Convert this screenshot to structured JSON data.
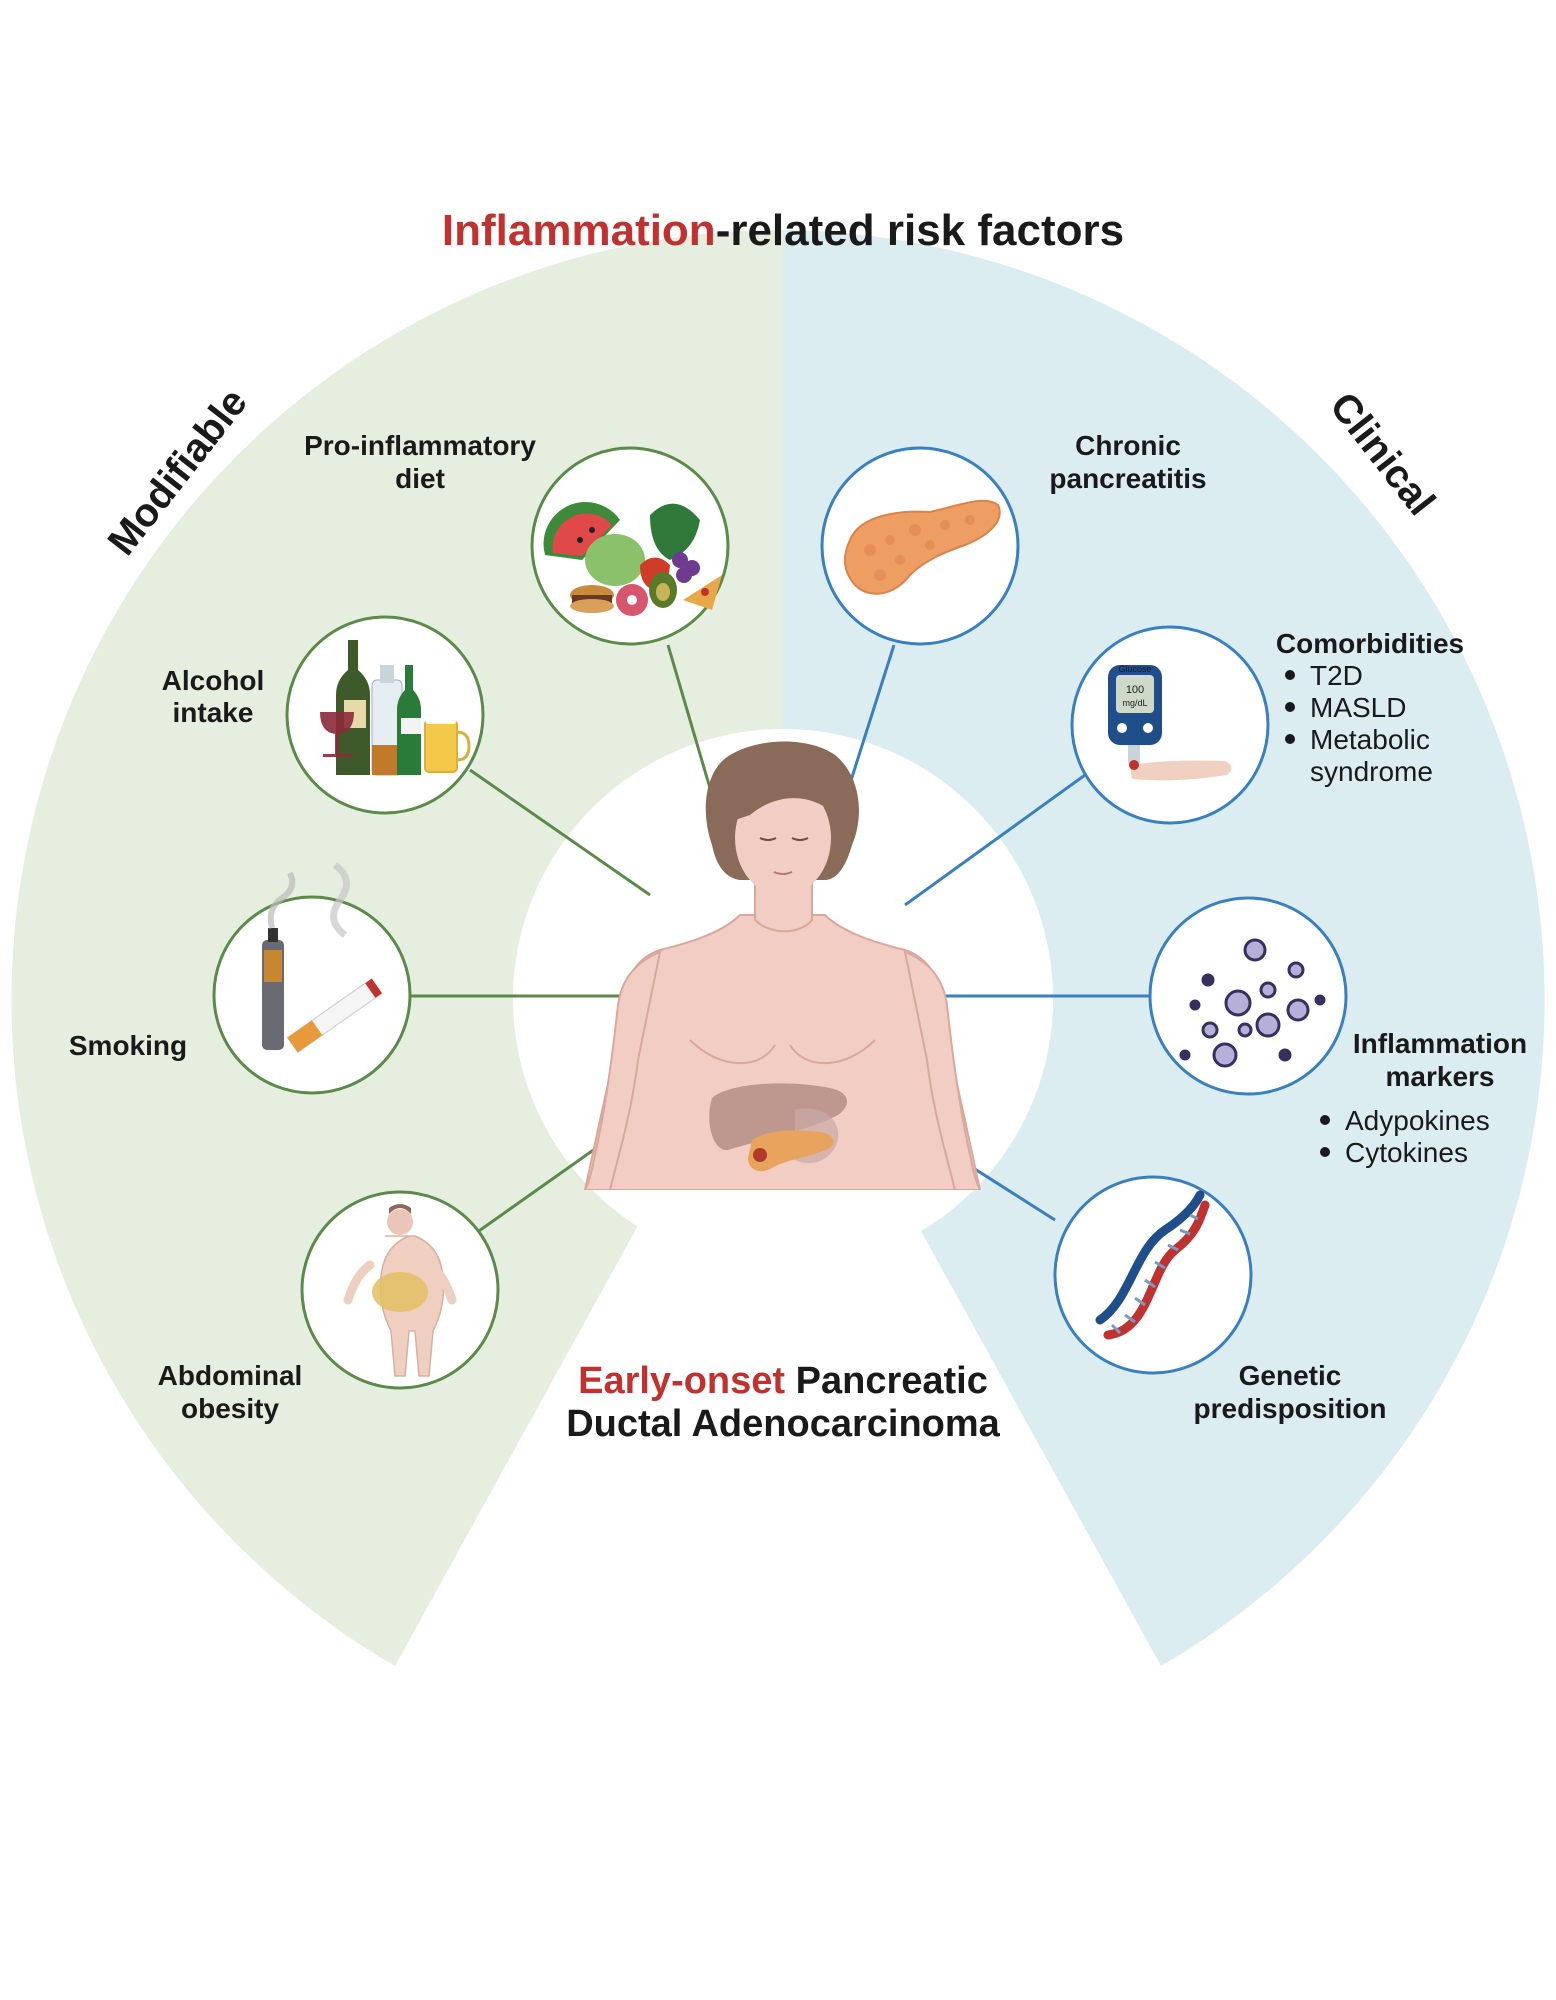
{
  "title": {
    "highlight": "Inflammation",
    "rest": "-related risk factors",
    "highlight_color": "#c0322f"
  },
  "categories": {
    "modifiable": {
      "label": "Modifiable",
      "color": "#5c8a4a",
      "bg": "#e6eedf"
    },
    "clinical": {
      "label": "Clinical",
      "color": "#3a7fc0",
      "bg": "#dcedf2"
    }
  },
  "modifiable_factors": [
    {
      "id": "diet",
      "lines": [
        "Pro-inflammatory",
        "diet"
      ],
      "icon": "food-icon"
    },
    {
      "id": "alcohol",
      "lines": [
        "Alcohol",
        "intake"
      ],
      "icon": "alcohol-bottles-icon"
    },
    {
      "id": "smoking",
      "lines": [
        "Smoking"
      ],
      "icon": "cigarette-vape-icon"
    },
    {
      "id": "obesity",
      "lines": [
        "Abdominal",
        "obesity"
      ],
      "icon": "obese-person-icon"
    }
  ],
  "clinical_factors": [
    {
      "id": "pancreatitis",
      "lines": [
        "Chronic",
        "pancreatitis"
      ],
      "icon": "pancreas-icon"
    },
    {
      "id": "comorbidities",
      "lines": [
        "Comorbidities"
      ],
      "bullets": [
        "T2D",
        "MASLD",
        "Metabolic",
        "syndrome"
      ],
      "icon": "glucose-meter-icon"
    },
    {
      "id": "markers",
      "lines": [
        "Inflammation",
        "markers"
      ],
      "bullets": [
        "Adypokines",
        "Cytokines"
      ],
      "icon": "molecules-icon"
    },
    {
      "id": "genetic",
      "lines": [
        "Genetic",
        "predisposition"
      ],
      "icon": "dna-icon"
    }
  ],
  "glucose_meter_text": {
    "brand": "Glucose",
    "reading": "100",
    "unit": "mg/dL"
  },
  "center_title": {
    "highlight": "Early-onset",
    "line1_rest": " Pancreatic",
    "line2": "Ductal Adenocarcinoma",
    "highlight_color": "#c0322f"
  },
  "colors": {
    "skin": "#f2cdc3",
    "hair": "#8a6a58",
    "liver": "#b58e86",
    "pancreas": "#e8a45c"
  }
}
